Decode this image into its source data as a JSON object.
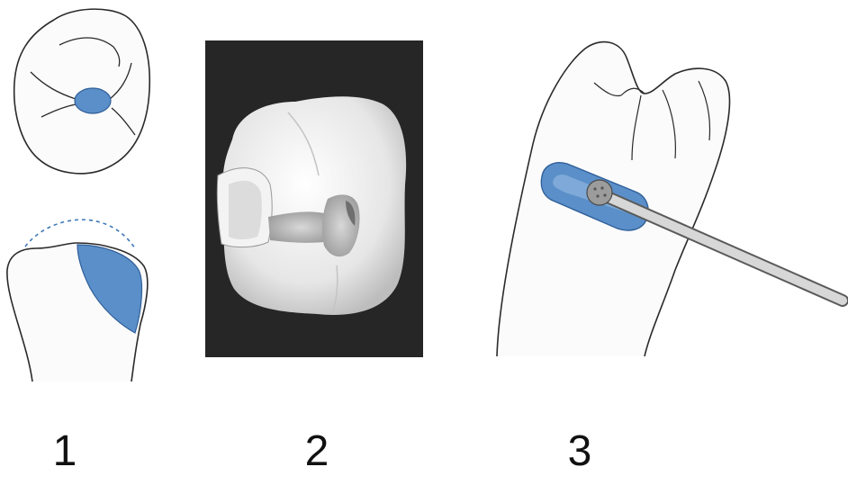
{
  "figure": {
    "labels": [
      "1",
      "2",
      "3"
    ]
  },
  "colors": {
    "outline": "#2a2a2a",
    "cavity_fill": "#5b8fc9",
    "cavity_edge": "#2f5f99",
    "photo_background": "#262626",
    "tooth_surface": "#f2f2f2",
    "dashed_line": "#3d78b7",
    "instrument": "#d7d7d7"
  },
  "icons": {
    "panel_1": "occlusal-and-proximal-tooth-outline",
    "panel_2": "prepared-tooth-photograph",
    "panel_3": "tooth-with-round-bur-preparation"
  }
}
